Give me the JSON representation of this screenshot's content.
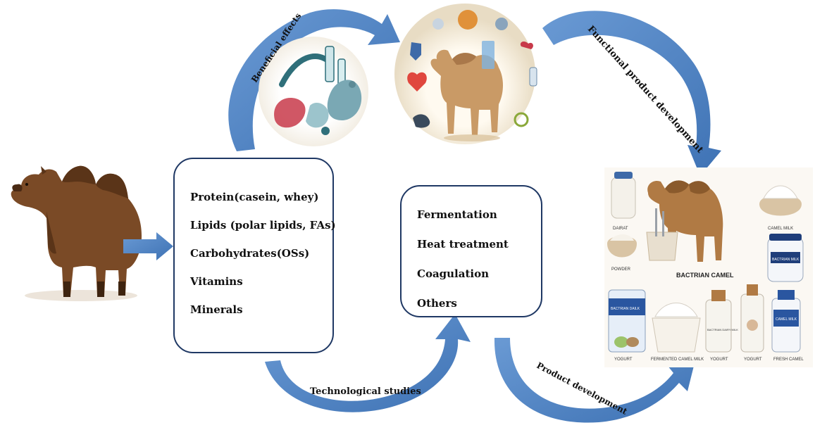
{
  "left_box": {
    "items": [
      "Protein(casein, whey)",
      "Lipids (polar lipids, FAs)",
      "Carbohydrates(OSs)",
      "Vitamins",
      "Minerals"
    ]
  },
  "middle_box": {
    "items": [
      "Fermentation",
      "Heat treatment",
      "Coagulation",
      "Others"
    ]
  },
  "arrow_labels": {
    "beneficial": "Beneficial effects",
    "functional": "Functional product development",
    "technological": "Technological studies",
    "product": "Product development"
  },
  "products": {
    "center_label": "BACTRIAN CAMEL",
    "labels": {
      "dairy_top_left": "DAIRAT",
      "camel_milk": "CAMEL MILK",
      "powder": "POWDER",
      "yogurt_1": "YOGURT",
      "fermented": "FERMENTED CAMEL MILK",
      "yogurt_2": "YOGURT",
      "yogurt_3": "YOGURT",
      "fresh": "FRESH CAMEL",
      "jar_right": "BACTRIAN MILK",
      "bag_left": "BACTRIAN DAILK",
      "bottle_mid": "BACTRIAN DAIRY MILK",
      "bottle_right": "CAMEL MILK"
    }
  },
  "colors": {
    "arrow": "#4a7fc0",
    "box_border": "#1f3864",
    "camel": "#7a4a26",
    "camel_light": "#c99a66"
  }
}
